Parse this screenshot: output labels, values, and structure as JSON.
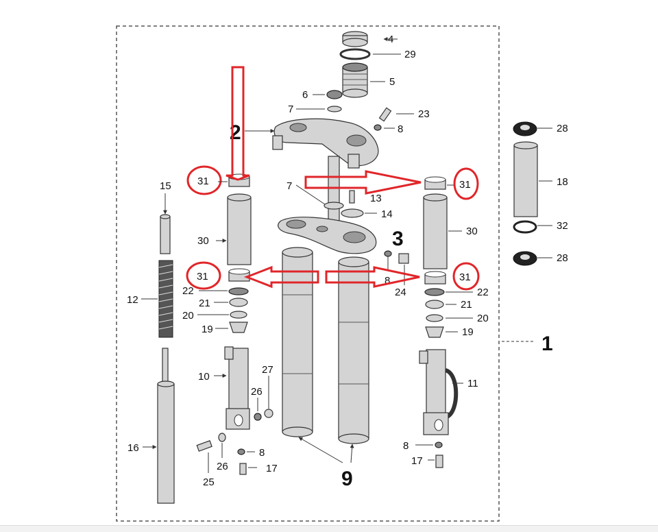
{
  "labels": {
    "n1": "1",
    "n2": "2",
    "n3": "3",
    "n4": "4",
    "n5": "5",
    "n6": "6",
    "n7": "7",
    "n8": "8",
    "n9": "9",
    "n10": "10",
    "n11": "11",
    "n12": "12",
    "n13": "13",
    "n14": "14",
    "n15": "15",
    "n16": "16",
    "n17": "17",
    "n18": "18",
    "n19": "19",
    "n20": "20",
    "n21": "21",
    "n22": "22",
    "n23": "23",
    "n24": "24",
    "n25": "25",
    "n26": "26",
    "n27": "27",
    "n28": "28",
    "n29": "29",
    "n30": "30",
    "n31": "31",
    "n32": "32"
  },
  "colors": {
    "highlight": "#e0262a",
    "frame": "#555555"
  }
}
